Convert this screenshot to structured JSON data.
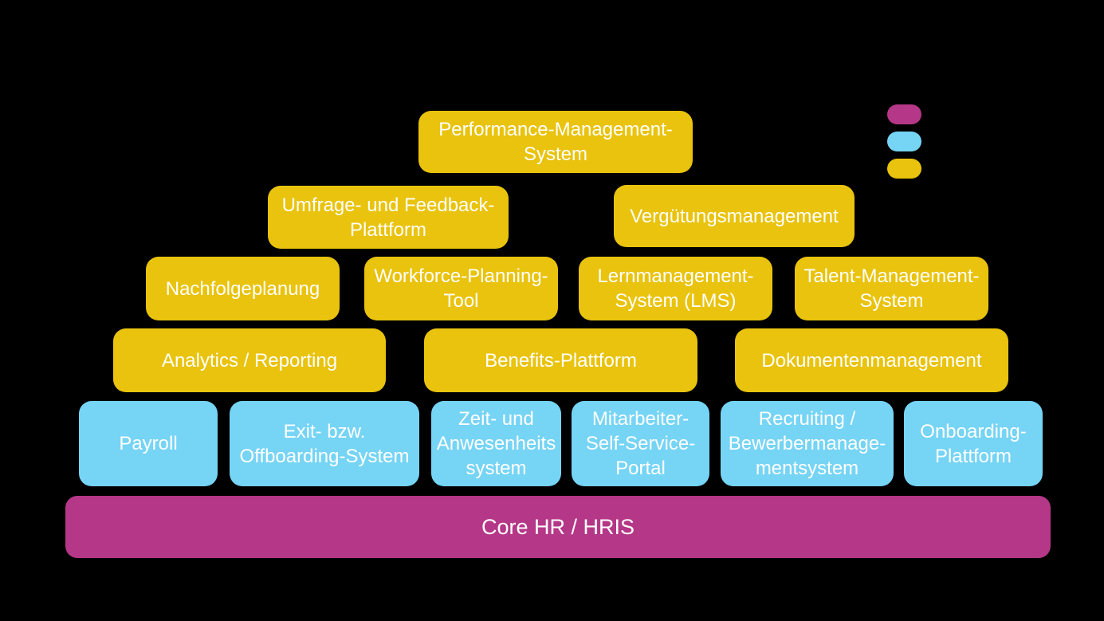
{
  "colors": {
    "yellow": "#E9C30D",
    "blue": "#76D4F5",
    "magenta": "#B53787",
    "background": "#000000",
    "text": "#FFFFFF"
  },
  "legend": {
    "pills": [
      {
        "name": "magenta-pill",
        "color": "#B53787"
      },
      {
        "name": "blue-pill",
        "color": "#76D4F5"
      },
      {
        "name": "yellow-pill",
        "color": "#E9C30D"
      }
    ]
  },
  "boxes": {
    "performance_management_system": {
      "label": "Performance-Management-\nSystem",
      "level": "yellow"
    },
    "umfrage_feedback_plattform": {
      "label": "Umfrage- und Feedback-\nPlattform",
      "level": "yellow"
    },
    "verguetungsmanagement": {
      "label": "Vergütungsmanagement",
      "level": "yellow"
    },
    "nachfolgeplanung": {
      "label": "Nachfolgeplanung",
      "level": "yellow"
    },
    "workforce_planning_tool": {
      "label": "Workforce-Planning-\nTool",
      "level": "yellow"
    },
    "lernmanagement_system_lms": {
      "label": "Lernmanagement-\nSystem (LMS)",
      "level": "yellow"
    },
    "talent_management_system": {
      "label": "Talent-Management-\nSystem",
      "level": "yellow"
    },
    "analytics_reporting": {
      "label": "Analytics / Reporting",
      "level": "yellow"
    },
    "benefits_plattform": {
      "label": "Benefits-Plattform",
      "level": "yellow"
    },
    "dokumentenmanagement": {
      "label": "Dokumentenmanagement",
      "level": "yellow"
    },
    "payroll": {
      "label": "Payroll",
      "level": "blue"
    },
    "exit_offboarding_system": {
      "label": "Exit- bzw.\nOffboarding-System",
      "level": "blue"
    },
    "zeit_anwesenheitssystem": {
      "label": "Zeit- und\nAnwesenheits\nsystem",
      "level": "blue"
    },
    "mitarbeiter_self_service_portal": {
      "label": "Mitarbeiter-\nSelf-Service-\nPortal",
      "level": "blue"
    },
    "recruiting_bewerbermanagementsystem": {
      "label": "Recruiting /\nBewerbermanage-\nmentsystem",
      "level": "blue"
    },
    "onboarding_plattform": {
      "label": "Onboarding-\nPlattform",
      "level": "blue"
    },
    "core_hr_hris": {
      "label": "Core HR / HRIS",
      "level": "magenta"
    }
  }
}
